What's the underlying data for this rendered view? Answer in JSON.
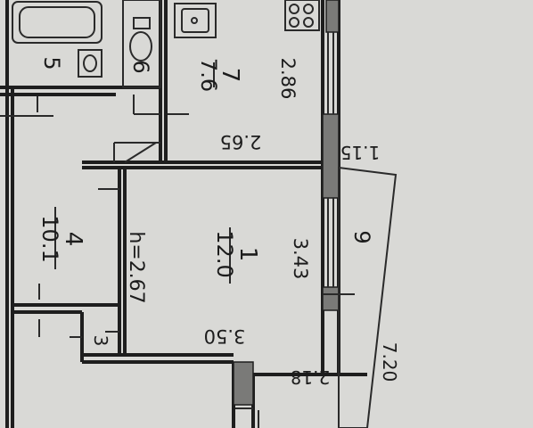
{
  "rooms": [
    {
      "num": "1",
      "area": "12.0"
    },
    {
      "num": "4",
      "area": "10.1"
    },
    {
      "num": "5"
    },
    {
      "num": "6"
    },
    {
      "num": "7",
      "area": "7.6"
    },
    {
      "num": "9"
    },
    {
      "num": "3"
    }
  ],
  "dimensions": {
    "d1": "2.86",
    "d2": "2.65",
    "d3": "3.43",
    "d4": "3.50",
    "d5": "1.15",
    "d6": "7.20",
    "d7": "2.18",
    "ceiling": "h=2.67"
  },
  "colors": {
    "paper": "#d9d9d6",
    "ink": "#1e1e1e"
  }
}
